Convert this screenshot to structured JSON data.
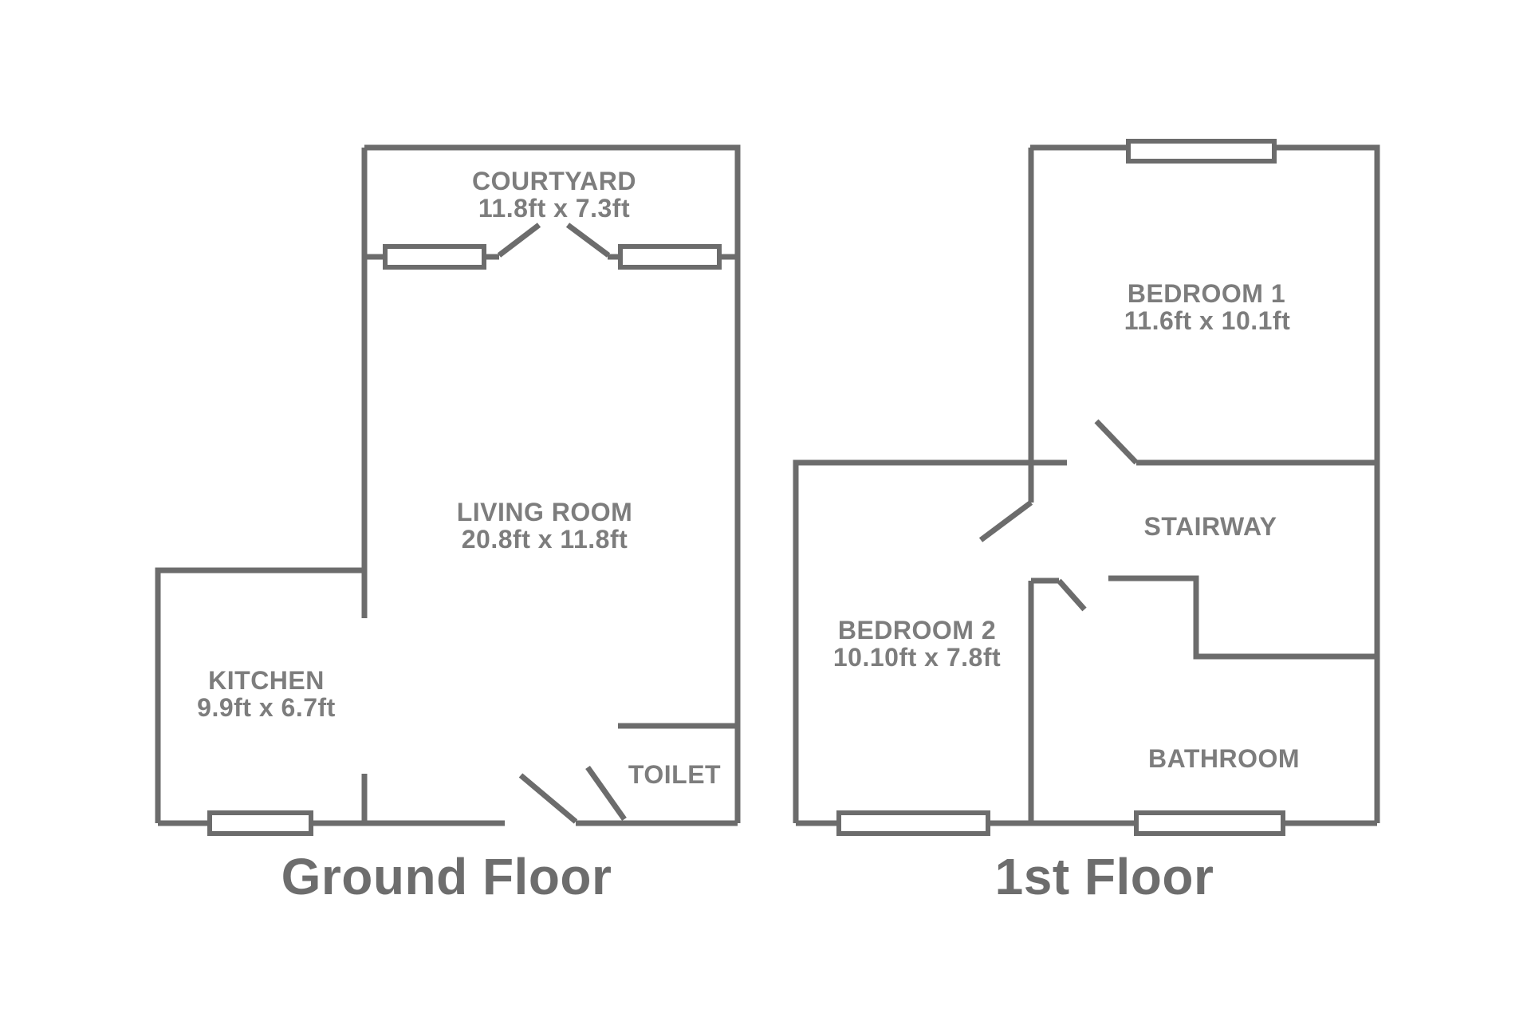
{
  "ground_floor": {
    "title": "Ground Floor",
    "rooms": [
      {
        "name": "COURTYARD",
        "dims": "11.8ft x 7.3ft"
      },
      {
        "name": "LIVING ROOM",
        "dims": "20.8ft x 11.8ft"
      },
      {
        "name": "KITCHEN",
        "dims": "9.9ft x 6.7ft"
      },
      {
        "name": "TOILET",
        "dims": ""
      }
    ]
  },
  "first_floor": {
    "title": "1st Floor",
    "rooms": [
      {
        "name": "BEDROOM 1",
        "dims": "11.6ft x 10.1ft"
      },
      {
        "name": "STAIRWAY",
        "dims": ""
      },
      {
        "name": "BEDROOM 2",
        "dims": "10.10ft x 7.8ft"
      },
      {
        "name": "BATHROOM",
        "dims": ""
      }
    ]
  },
  "colors": {
    "wall": "#6c6c6c",
    "room_label": "#7d7d7d",
    "floor_title": "#6d6d6d",
    "background": "#ffffff"
  }
}
